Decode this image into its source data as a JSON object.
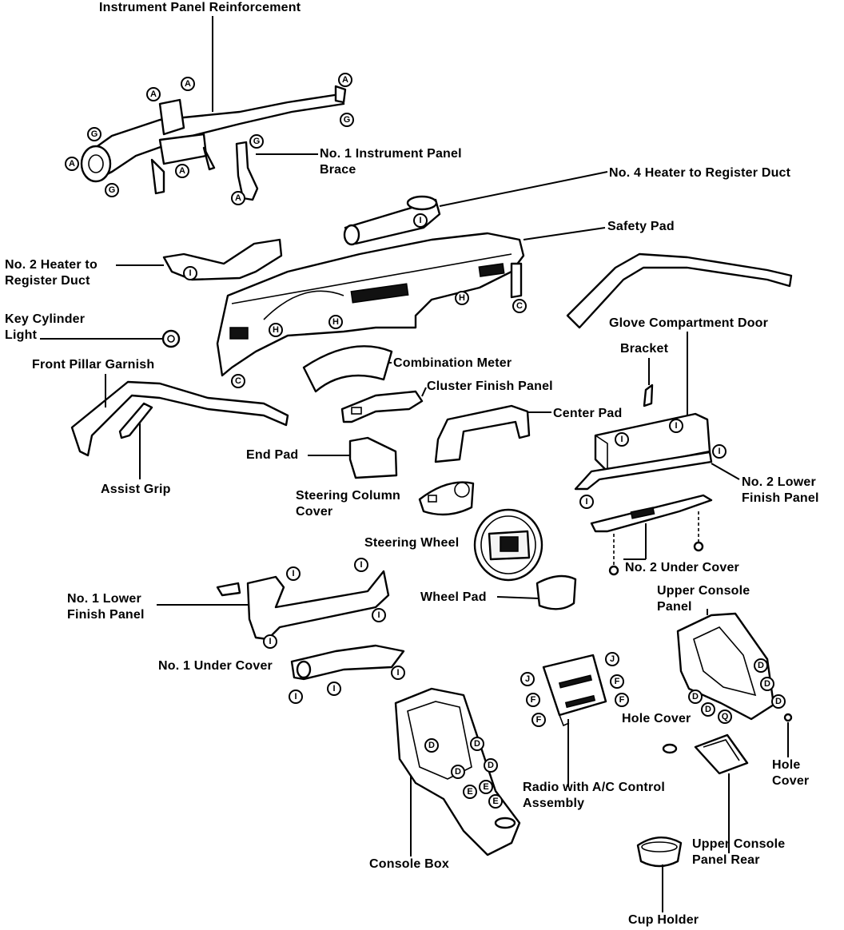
{
  "labels": {
    "instrument_panel_reinforcement": "Instrument Panel Reinforcement",
    "no1_instrument_panel_brace": "No. 1 Instrument Panel\nBrace",
    "no4_heater_to_register_duct": "No. 4 Heater to Register Duct",
    "safety_pad": "Safety Pad",
    "no2_heater_to_register_duct": "No. 2 Heater to\nRegister Duct",
    "key_cylinder_light": "Key Cylinder\nLight",
    "front_pillar_garnish": "Front Pillar Garnish",
    "glove_compartment_door": "Glove Compartment Door",
    "bracket": "Bracket",
    "combination_meter": "Combination Meter",
    "cluster_finish_panel": "Cluster Finish Panel",
    "center_pad": "Center Pad",
    "end_pad": "End Pad",
    "assist_grip": "Assist Grip",
    "no2_lower_finish_panel": "No. 2 Lower\nFinish Panel",
    "steering_column_cover": "Steering Column\nCover",
    "steering_wheel": "Steering Wheel",
    "no2_under_cover": "No. 2 Under Cover",
    "upper_console_panel": "Upper Console\nPanel",
    "no1_lower_finish_panel": "No. 1 Lower\nFinish Panel",
    "wheel_pad": "Wheel Pad",
    "no1_under_cover": "No. 1 Under Cover",
    "hole_cover_1": "Hole Cover",
    "hole_cover_2": "Hole\nCover",
    "radio_ac_control": "Radio with A/C Control\nAssembly",
    "console_box": "Console Box",
    "upper_console_panel_rear": "Upper Console\nPanel Rear",
    "cup_holder": "Cup Holder"
  },
  "markers": {
    "a": "A",
    "c": "C",
    "d": "D",
    "e": "E",
    "f": "F",
    "g": "G",
    "h": "H",
    "i": "I",
    "j": "J",
    "q": "Q"
  }
}
